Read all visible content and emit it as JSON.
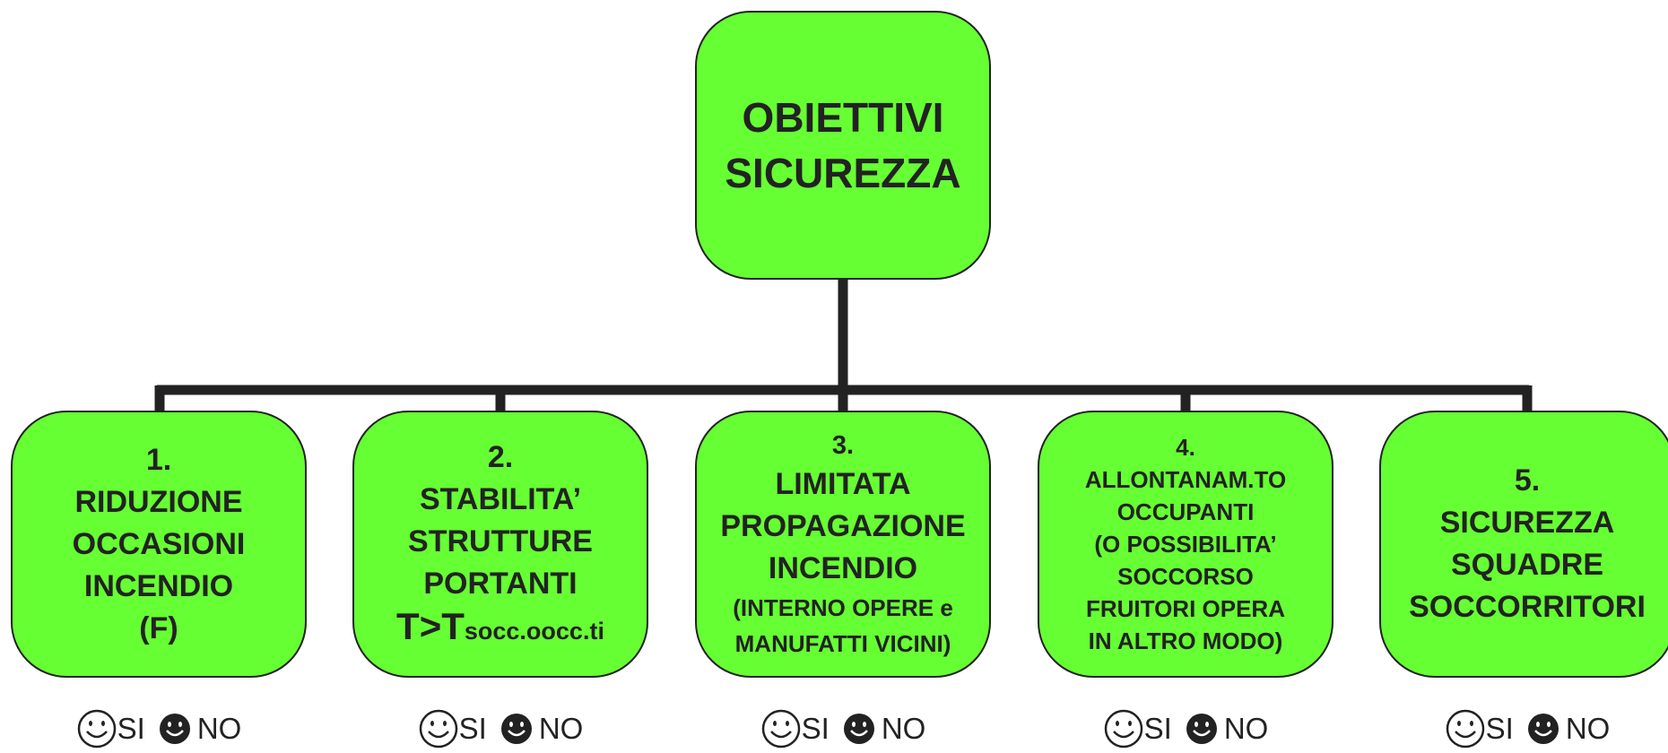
{
  "root": {
    "line1": "OBIETTIVI",
    "line2": "SICUREZZA"
  },
  "objectives": [
    {
      "number": "1.",
      "lines": [
        "RIDUZIONE",
        "OCCASIONI",
        "INCENDIO",
        "(F)"
      ]
    },
    {
      "number": "2.",
      "lines": [
        "STABILITA’",
        "STRUTTURE",
        "PORTANTI"
      ],
      "formula_main": "T>T",
      "formula_sub": "socc.oocc.ti"
    },
    {
      "number": "3.",
      "lines": [
        "LIMITATA",
        "PROPAGAZIONE",
        "INCENDIO",
        "(INTERNO OPERE e",
        "MANUFATTI VICINI)"
      ]
    },
    {
      "number": "4.",
      "lines": [
        "ALLONTANAM.TO",
        "OCCUPANTI",
        "(O POSSIBILITA’",
        "SOCCORSO",
        "FRUITORI OPERA",
        "IN ALTRO MODO)"
      ]
    },
    {
      "number": "5.",
      "lines": [
        "SICUREZZA",
        "SQUADRE",
        "SOCCORRITORI"
      ]
    }
  ],
  "choice": {
    "yes_label": "SI",
    "no_label": "NO",
    "yes_icon": "smiley-outline-icon",
    "no_icon": "smiley-filled-icon"
  },
  "colors": {
    "box_fill": "#66ff33",
    "outline": "#222222"
  }
}
